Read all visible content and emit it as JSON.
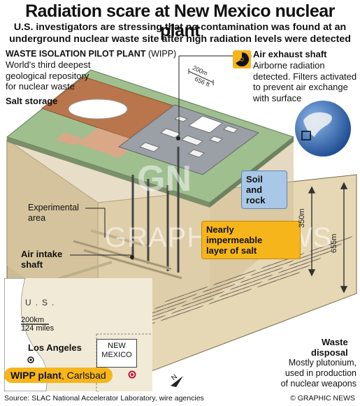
{
  "header": {
    "title": "Radiation scare at New Mexico nuclear plant",
    "subtitle_line1": "U.S. investigators are stressing that no contamination was found at an",
    "subtitle_line2": "underground nuclear waste site after high radiation levels were detected"
  },
  "wipp": {
    "name": "WASTE ISOLATION PILOT PLANT",
    "abbr": "(WIPP)",
    "desc_line1": "World's third deepest",
    "desc_line2": "geological repository",
    "desc_line3": "for nuclear waste"
  },
  "labels": {
    "salt_storage": "Salt storage",
    "air_exhaust_title": "Air exhaust shaft",
    "air_exhaust_line1": "Airborne radiation",
    "air_exhaust_line2": "detected. Filters activated",
    "air_exhaust_line3": "to prevent air exchange",
    "air_exhaust_line4": "with surface",
    "experimental_line1": "Experimental",
    "experimental_line2": "area",
    "air_intake_line1": "Air intake",
    "air_intake_line2": "shaft",
    "soil_line1": "Soil",
    "soil_line2": "and",
    "soil_line3": "rock",
    "salt_layer_line1": "Nearly",
    "salt_layer_line2": "impermeable",
    "salt_layer_line3": "layer of salt",
    "waste_title_line1": "Waste",
    "waste_title_line2": "disposal",
    "waste_desc_line1": "Mostly plutonium,",
    "waste_desc_line2": "used in production",
    "waste_desc_line3": "of nuclear weapons"
  },
  "dimensions": {
    "depth_salt": "350m",
    "depth_total": "655m",
    "scale_m": "200m",
    "scale_ft": "656 ft"
  },
  "map": {
    "country": "U.S.",
    "scale_km": "200km",
    "scale_miles": "124 miles",
    "city": "Los Angeles",
    "state_line1": "NEW",
    "state_line2": "MEXICO",
    "north": "N"
  },
  "tag": {
    "name": "WIPP plant",
    "place": ", Carlsbad"
  },
  "footer": {
    "source": "Source: SLAC National Accelerator Laboratory, wire agencies",
    "credit": "© GRAPHIC NEWS"
  },
  "watermark": {
    "logo": "GN",
    "text": "GRAPHIC NEWS"
  },
  "colors": {
    "salt_body": "#e3d4b3",
    "surface_green": "#9fbf8f",
    "callout_orange": "#f6b51b",
    "callout_blue": "#a9c7e6",
    "globe": "#2f66b3"
  }
}
